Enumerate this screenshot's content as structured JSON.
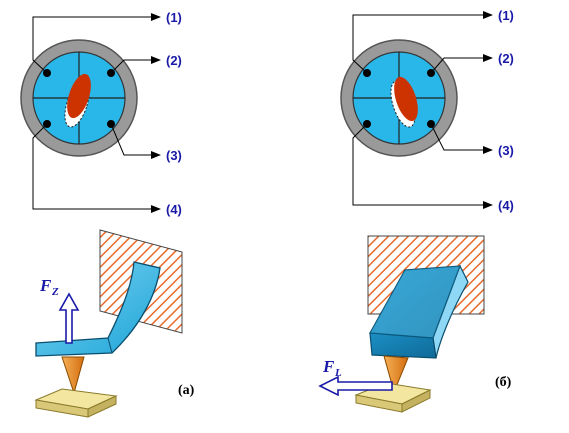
{
  "panels": [
    {
      "id": "a",
      "label": "(a)",
      "force_label": "F",
      "force_subscript": "Z",
      "detector_outputs": [
        "(1)",
        "(2)",
        "(3)",
        "(4)"
      ]
    },
    {
      "id": "b",
      "label": "(б)",
      "force_label": "F",
      "force_subscript": "L",
      "detector_outputs": [
        "(1)",
        "(2)",
        "(3)",
        "(4)"
      ]
    }
  ],
  "colors": {
    "detector_ring": "#9a9a9a",
    "detector_face": "#29b6e8",
    "laser_spot": "#cc3300",
    "hatch": "#e86a2a",
    "cantilever": "#29b6e8",
    "tip": "#e8891a",
    "sample": "#f2e6a0",
    "label_blue": "#1a1aa8"
  }
}
